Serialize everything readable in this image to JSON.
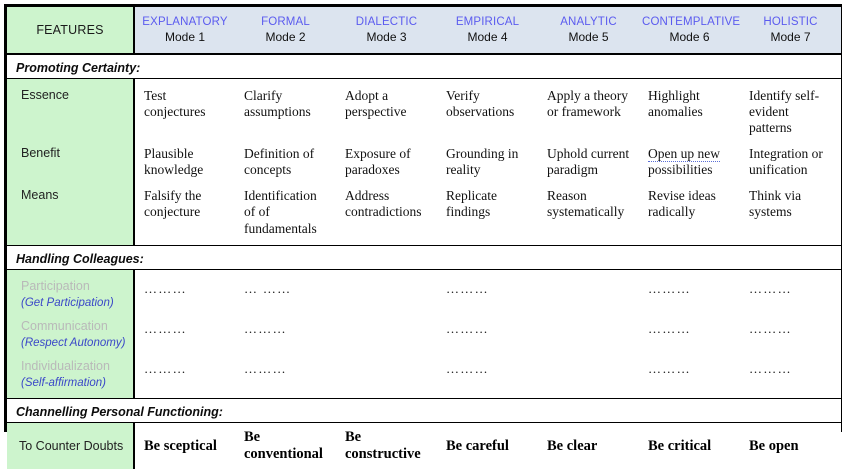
{
  "table": {
    "feature_header": "FEATURES",
    "modes": [
      {
        "name": "EXPLANATORY",
        "number": "Mode 1"
      },
      {
        "name": "FORMAL",
        "number": "Mode 2"
      },
      {
        "name": "DIALECTIC",
        "number": "Mode 3"
      },
      {
        "name": "EMPIRICAL",
        "number": "Mode 4"
      },
      {
        "name": "ANALYTIC",
        "number": "Mode 5"
      },
      {
        "name": "CONTEMPLATIVE",
        "number": "Mode 6"
      },
      {
        "name": "HOLISTIC",
        "number": "Mode 7"
      }
    ],
    "sections": [
      {
        "title": "Promoting Certainty:",
        "rows": [
          {
            "label": "Essence",
            "cells": [
              "Test conjectures",
              "Clarify assumptions",
              "Adopt a perspective",
              "Verify observations",
              "Apply a theory or framework",
              "Highlight anomalies",
              "Identify self-evident patterns"
            ]
          },
          {
            "label": "Benefit",
            "cells": [
              "Plausible knowledge",
              "Definition of concepts",
              "Exposure of paradoxes",
              "Grounding in reality",
              "Uphold current paradigm",
              "Open up new possibilities",
              "Integration or unification"
            ]
          },
          {
            "label": "Means",
            "cells": [
              "Falsify the conjecture",
              "Identification of of fundamentals",
              "Address contradictions",
              "Replicate findings",
              "Reason systematically",
              "Revise ideas radically",
              "Think via systems"
            ]
          }
        ]
      },
      {
        "title": "Handling Colleagues:",
        "rows": [
          {
            "label": "Participation",
            "sublabel": "(Get Participation)",
            "cells": [
              "………",
              "… ……",
              "",
              "………",
              "",
              "………",
              "………"
            ]
          },
          {
            "label": "Communication",
            "sublabel": "(Respect Autonomy)",
            "cells": [
              "………",
              "………",
              "",
              "………",
              "",
              "………",
              "………"
            ]
          },
          {
            "label": "Individualization",
            "sublabel": "(Self-affirmation)",
            "cells": [
              "………",
              "………",
              "",
              "………",
              "",
              "………",
              "………"
            ]
          }
        ]
      },
      {
        "title": "Channelling Personal Functioning:",
        "rows": [
          {
            "label": "To Counter Doubts",
            "cells": [
              "Be sceptical",
              "Be conventional",
              "Be constructive",
              "Be careful",
              "Be clear",
              "Be critical",
              "Be open"
            ]
          }
        ]
      }
    ]
  },
  "colors": {
    "feature_green": "#cdf4cd",
    "mode_blue": "#dce4ef",
    "mode_name_text": "#5b5bef",
    "sublabel_text": "#3a47c8",
    "dim_label_text": "#b9b9b9",
    "border": "#000000"
  },
  "spellcheck_marked_text": "Open up new"
}
